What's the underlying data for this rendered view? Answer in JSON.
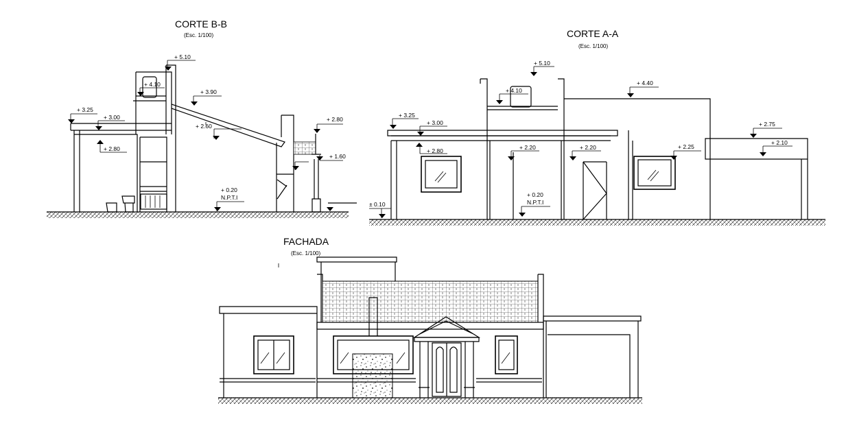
{
  "corte_bb": {
    "title": "CORTE B-B",
    "scale": "(Esc. 1/100)",
    "levels": [
      "+ 5.10",
      "+ 4.10",
      "+ 3.90",
      "+ 3.25",
      "+ 3.00",
      "+ 2.80",
      "+ 2.60",
      "+ 2.80",
      "+ 1.60",
      "+ 0.20",
      "N.P.T.I"
    ]
  },
  "corte_aa": {
    "title": "CORTE A-A",
    "scale": "(Esc. 1/100)",
    "levels": [
      "+ 5.10",
      "+ 4.10",
      "+ 4.40",
      "+ 3.25",
      "+ 3.00",
      "+ 2.80",
      "+ 2.20",
      "+ 2.20",
      "+ 2.25",
      "+ 2.75",
      "+ 2.10",
      "± 0.10",
      "+ 0.20",
      "N.P.T.I"
    ]
  },
  "fachada": {
    "title": "FACHADA",
    "scale": "(Esc. 1/100)"
  }
}
